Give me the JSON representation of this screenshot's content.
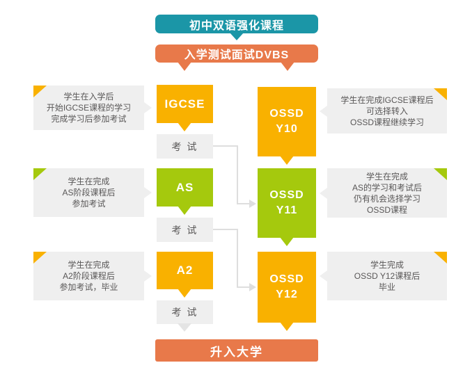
{
  "banners": {
    "top": {
      "label": "初中双语强化课程",
      "color": "#1b96a7"
    },
    "admission": {
      "label": "入学测试面试DVBS",
      "color": "#e8794a"
    },
    "university": {
      "label": "升入大学",
      "color": "#e8794a"
    }
  },
  "rows": [
    {
      "stage": "IGCSE",
      "stage_color": "#f9b100",
      "exam": "考 试",
      "ossd_line1": "OSSD",
      "ossd_line2": "Y10",
      "ossd_color": "#f9b100",
      "left_note_lines": [
        "学生在入学后",
        "开始IGCSE课程的学习",
        "完成学习后参加考试"
      ],
      "right_note_lines": [
        "学生在完成IGCSE课程后",
        "可选择转入",
        "OSSD课程继续学习"
      ]
    },
    {
      "stage": "AS",
      "stage_color": "#a5c90d",
      "exam": "考 试",
      "ossd_line1": "OSSD",
      "ossd_line2": "Y11",
      "ossd_color": "#a5c90d",
      "left_note_lines": [
        "学生在完成",
        "AS阶段课程后",
        "参加考试"
      ],
      "right_note_lines": [
        "学生在完成",
        "AS的学习和考试后",
        "仍有机会选择学习",
        "OSSD课程"
      ]
    },
    {
      "stage": "A2",
      "stage_color": "#f9b100",
      "exam": "考 试",
      "ossd_line1": "OSSD",
      "ossd_line2": "Y12",
      "ossd_color": "#f9b100",
      "left_note_lines": [
        "学生在完成",
        "A2阶段课程后",
        "参加考试，毕业"
      ],
      "right_note_lines": [
        "学生完成",
        "OSSD Y12课程后",
        "毕业"
      ]
    }
  ],
  "colors": {
    "teal": "#1b96a7",
    "orange": "#e8794a",
    "amber": "#f9b100",
    "green": "#a5c90d",
    "note_bg": "#efefef",
    "note_text": "#595757",
    "connector": "#dedede"
  }
}
